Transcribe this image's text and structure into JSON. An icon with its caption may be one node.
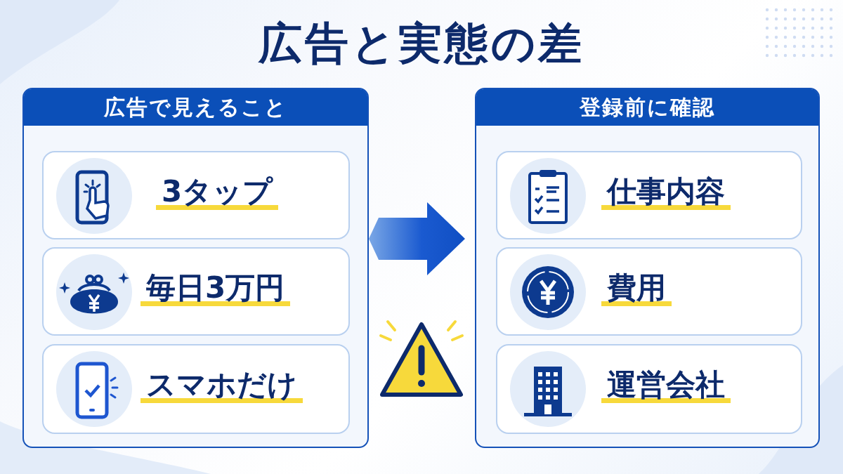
{
  "diagram": {
    "title": "広告と実態の差",
    "nodes": [
      {
        "text": [
          "広告で見えること"
        ]
      },
      {
        "text": [
          "3タップ"
        ],
        "in": 0
      },
      {
        "text": [
          "毎日3万円"
        ],
        "in": 0
      },
      {
        "text": [
          "スマホだけ"
        ],
        "in": 0
      },
      {
        "text": [
          "登録前に確認"
        ]
      },
      {
        "text": [
          "仕事内容"
        ],
        "in": 4
      },
      {
        "text": [
          "費用"
        ],
        "in": 4
      },
      {
        "text": [
          "運営会社"
        ],
        "in": 4
      }
    ],
    "edges": [
      {
        "from": 0,
        "to": 4,
        "arrow": "to",
        "style": "thick"
      }
    ]
  }
}
